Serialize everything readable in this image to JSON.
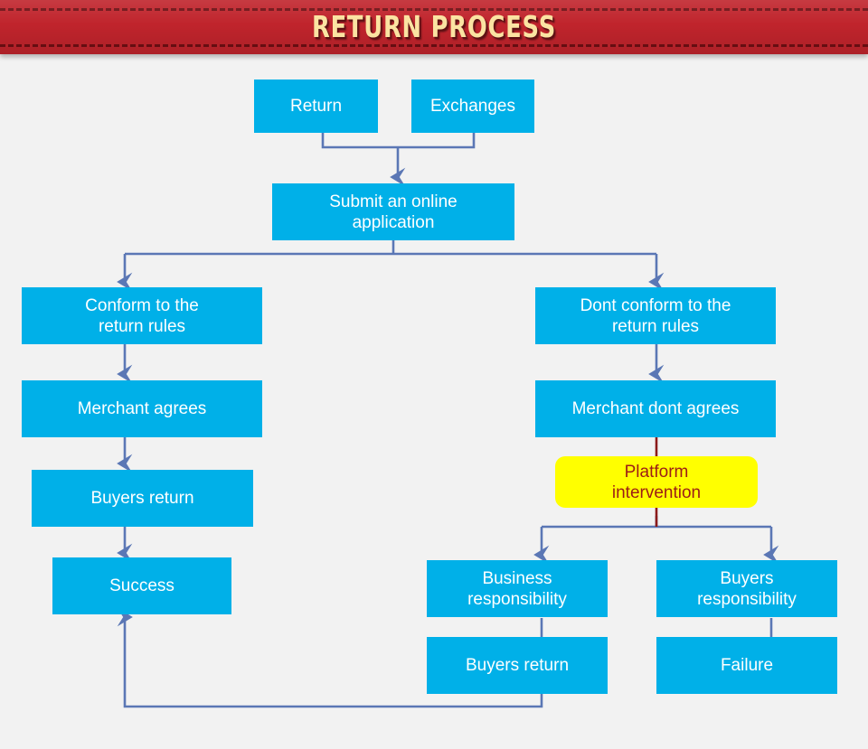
{
  "banner": {
    "title": "RETURN PROCESS",
    "bg_color": "#c0242c",
    "title_color": "#fbe3a2",
    "dash_color": "#6e0f13"
  },
  "diagram": {
    "background_color": "#f2f2f2",
    "node_fill": "#00b0e8",
    "node_text_color": "#ffffff",
    "highlight_fill": "#ffff00",
    "highlight_text_color": "#9c1d16",
    "connector_color": "#5b77b5",
    "highlight_connector_color": "#8b1a1a",
    "nodes": [
      {
        "id": "return",
        "label": "Return"
      },
      {
        "id": "exchanges",
        "label": "Exchanges"
      },
      {
        "id": "submit",
        "label": "Submit an online\napplication"
      },
      {
        "id": "conform",
        "label": "Conform to the\nreturn rules"
      },
      {
        "id": "dont-conform",
        "label": "Dont conform to the\nreturn rules"
      },
      {
        "id": "merchant-agrees",
        "label": "Merchant agrees"
      },
      {
        "id": "merchant-dont-agrees",
        "label": "Merchant dont agrees"
      },
      {
        "id": "buyers-return-left",
        "label": "Buyers return"
      },
      {
        "id": "platform-intervention",
        "label": "Platform\nintervention"
      },
      {
        "id": "success",
        "label": "Success"
      },
      {
        "id": "business-responsibility",
        "label": "Business\nresponsibility"
      },
      {
        "id": "buyers-responsibility",
        "label": "Buyers\nresponsibility"
      },
      {
        "id": "buyers-return-right",
        "label": "Buyers return"
      },
      {
        "id": "failure",
        "label": "Failure"
      }
    ]
  }
}
